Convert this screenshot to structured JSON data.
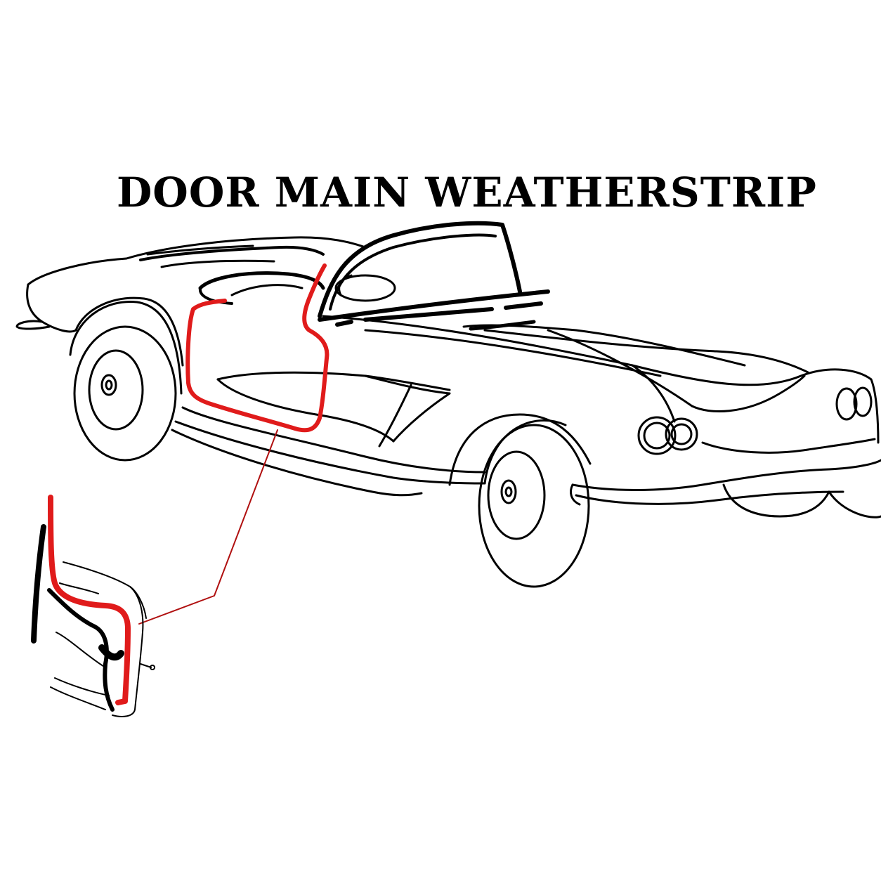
{
  "title": "DOOR MAIN WEATHERSTRIP",
  "colors": {
    "background": "#ffffff",
    "line_art": "#000000",
    "highlight": "#e01b1b",
    "leader": "#b01010"
  },
  "parts": {
    "highlighted_part": "door main weatherstrip",
    "subject": "convertible car",
    "detail_view": "door weatherstrip corner detail"
  }
}
